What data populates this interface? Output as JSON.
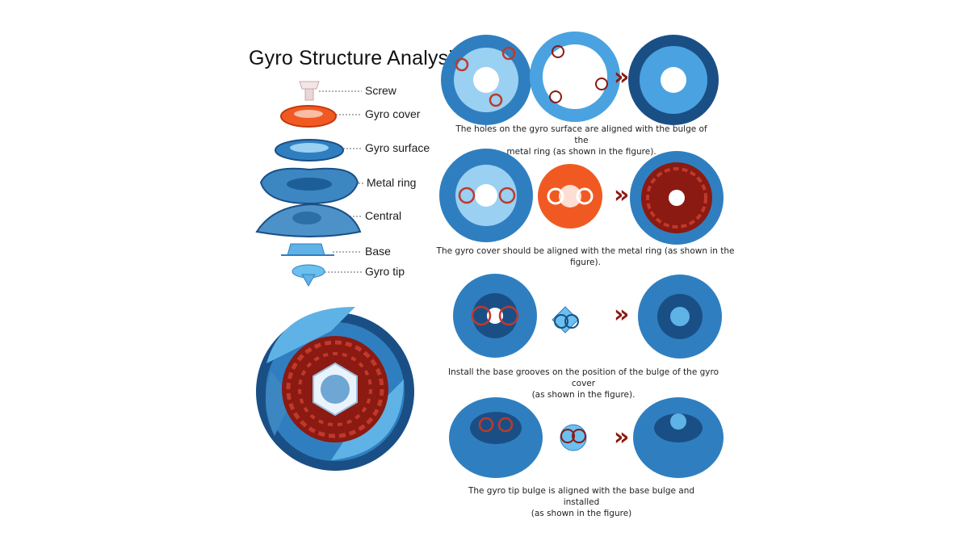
{
  "title": "Gyro Structure Analysi",
  "parts": [
    "Screw",
    "Gyro cover",
    "Gyro surface",
    "Metal ring",
    "Central",
    "Base",
    "Gyro tip"
  ],
  "steps": [
    {
      "caption_lines": [
        "The holes on the gyro surface are aligned with the bulge of the",
        "metal ring (as shown in the figure)."
      ]
    },
    {
      "caption_lines": [
        "The gyro cover should be aligned with the metal ring (as shown in the figure)."
      ]
    },
    {
      "caption_lines": [
        "Install the base grooves on the position of the bulge of the gyro cover",
        "(as shown in the figure)."
      ]
    },
    {
      "caption_lines": [
        "The gyro tip bulge is aligned with the base bulge and installed",
        "(as shown in the figure)"
      ]
    }
  ],
  "arrow_glyph": "»",
  "colors": {
    "blue": "#2f7fc0",
    "dark_blue": "#1a4f86",
    "light_blue": "#5fb2e6",
    "orange": "#f05a22",
    "dark_red": "#8a1a12",
    "ring_red": "#c0392b"
  }
}
